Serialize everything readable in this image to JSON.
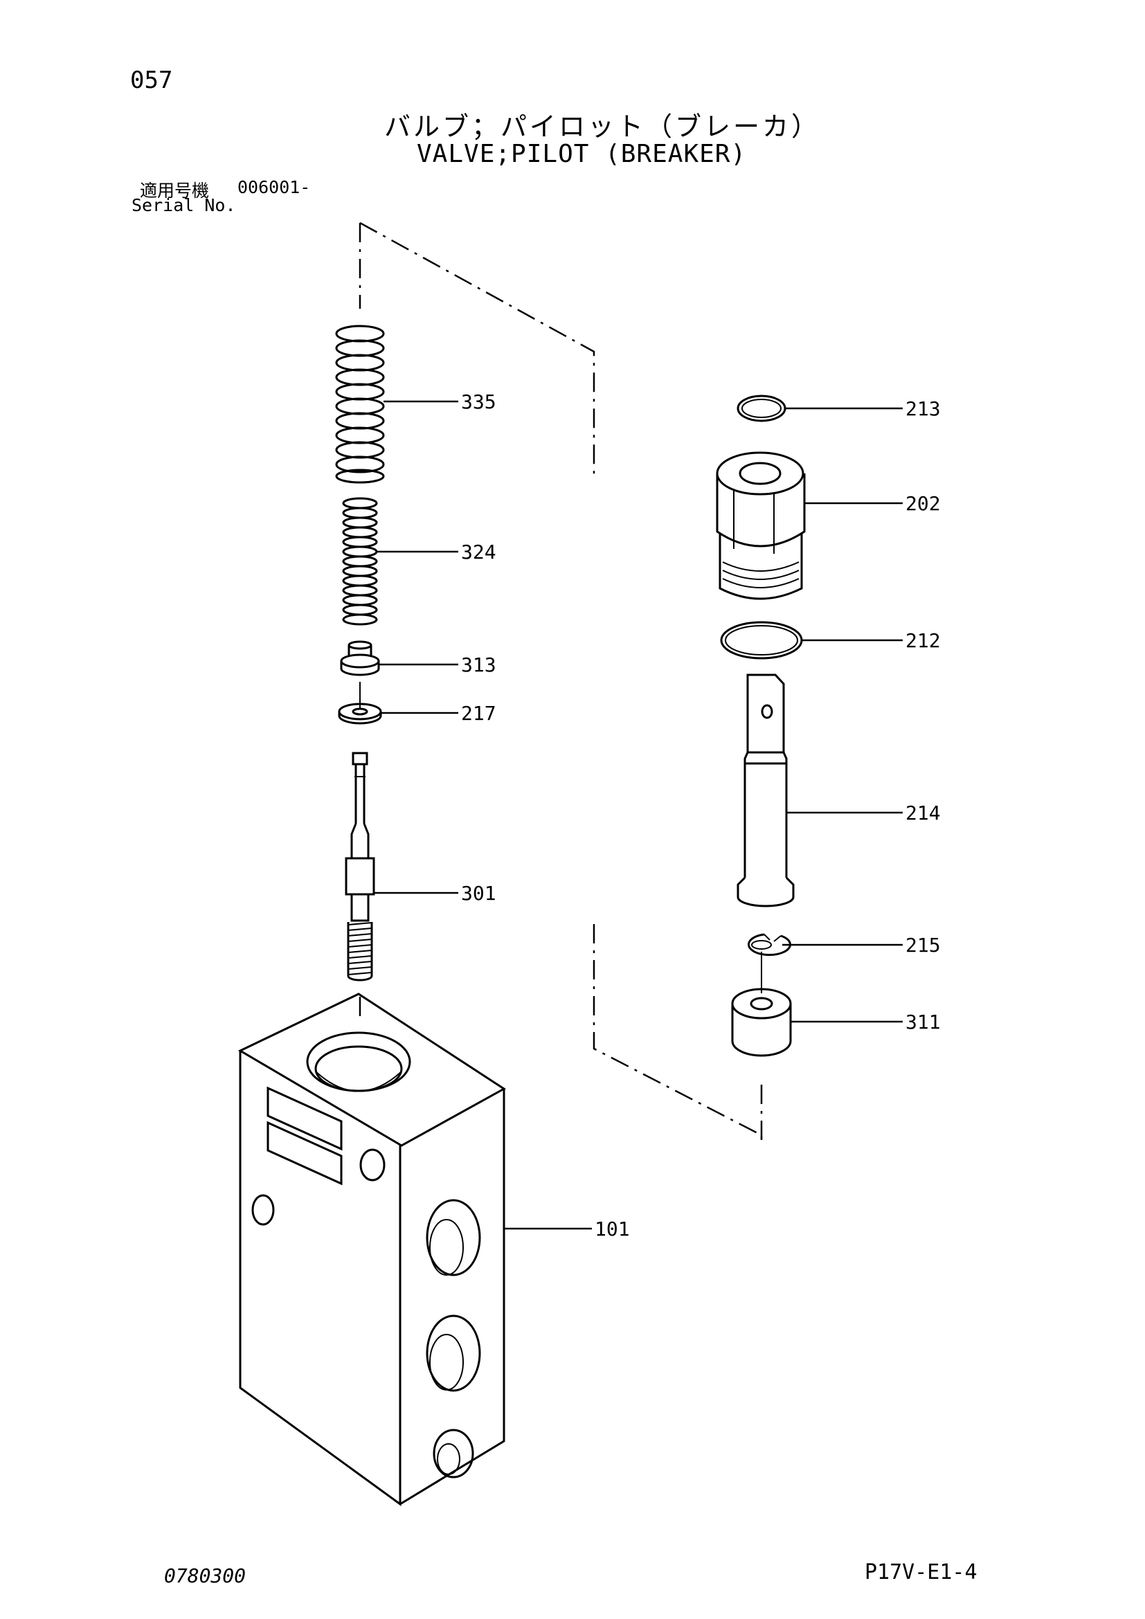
{
  "page_number": "057",
  "title_jp": "バルブ；パイロット（ブレーカ）",
  "title_en": "VALVE;PILOT (BREAKER)",
  "serial": {
    "label_jp": "適用号機",
    "value": "006001-",
    "label_en": "Serial No."
  },
  "parts": [
    {
      "id": "335"
    },
    {
      "id": "324"
    },
    {
      "id": "313"
    },
    {
      "id": "217"
    },
    {
      "id": "301"
    },
    {
      "id": "101"
    },
    {
      "id": "213"
    },
    {
      "id": "202"
    },
    {
      "id": "212"
    },
    {
      "id": "214"
    },
    {
      "id": "215"
    },
    {
      "id": "311"
    }
  ],
  "drawing_code": "0780300",
  "sheet_code": "P17V-E1-4"
}
